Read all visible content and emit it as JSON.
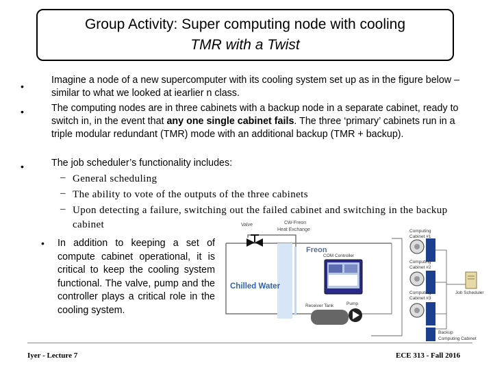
{
  "title": {
    "line1": "Group Activity: Super computing node with cooling",
    "line2": "TMR with a Twist"
  },
  "bullet_symbol": "•",
  "dash_symbol": "–",
  "bullets": [
    "Imagine a node of a new supercomputer with its cooling system set up as in the figure below – similar to what we looked at iearlier n class.",
    {
      "before": "The computing nodes are in three cabinets with a backup node in a separate cabinet, ready to switch in, in the event that ",
      "bold": "any one single cabinet fails",
      "after": ". The three ‘primary’ cabinets run in a triple modular redundant (TMR) mode with an additional backup (TMR + backup)."
    },
    "The job scheduler’s functionality includes:"
  ],
  "sub_items": [
    "General scheduling",
    "The ability to vote of the outputs of the three cabinets",
    "Upon detecting a failure, switching out the failed cabinet and switching in the backup cabinet"
  ],
  "bullet4": "In addition to keeping a set of compute cabinet operational, it is critical to keep the cooling system functional. The valve, pump and the controller plays a critical role in the cooling system.",
  "diagram": {
    "valve": "Valve",
    "heat_exchange_l1": "CW-Freon",
    "heat_exchange_l2": "Heat Exchange",
    "freon": "Freon",
    "com_controller": "COM Controller",
    "chilled_water": "Chilled Water",
    "receiver_tank": "Receiver Tank",
    "pump": "Pump",
    "cab1_l1": "Computing",
    "cab1_l2": "Cabinet #1",
    "cab2_l1": "Computing",
    "cab2_l2": "Cabinet #2",
    "cab3_l1": "Computing",
    "cab3_l2": "Cabinet #3",
    "backup_l1": "Backup",
    "backup_l2": "Computing Cabinet",
    "job_scheduler": "Job Scheduler",
    "colors": {
      "freon": "#5b6f8c",
      "chilled_water": "#2e63b8",
      "water_bar": "#d7e6f7",
      "cabinet": "#1d3f8f"
    }
  },
  "footer": {
    "left": "Iyer - Lecture 7",
    "right": "ECE 313 - Fall 2016"
  }
}
